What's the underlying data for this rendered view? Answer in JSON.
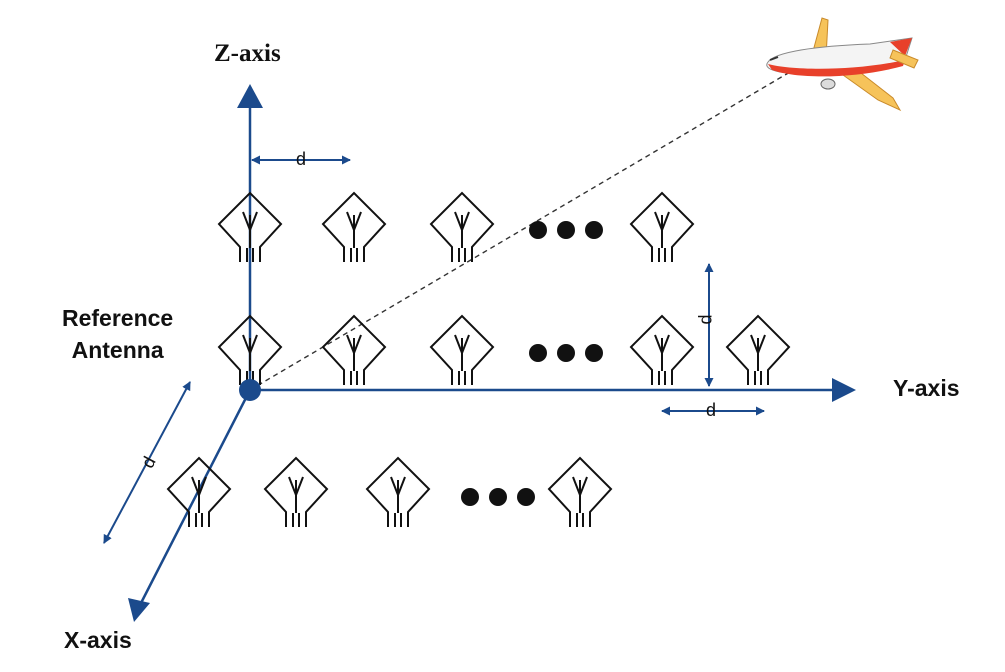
{
  "labels": {
    "z_axis": "Z-axis",
    "y_axis": "Y-axis",
    "x_axis": "X-axis",
    "reference_line1": "Reference",
    "reference_line2": "Antenna",
    "spacing": "d"
  },
  "array": {
    "rows": 3,
    "ellipsis": "●●●"
  },
  "colors": {
    "axis": "#1b4a8c",
    "antenna": "#111111",
    "aircraft_body": "#f4f4f4",
    "aircraft_accent": "#e8402a",
    "aircraft_wing": "#f6c35a"
  },
  "icons": {
    "antenna": "antenna-icon",
    "aircraft": "airplane-icon",
    "reference_point": "reference-antenna-dot"
  }
}
